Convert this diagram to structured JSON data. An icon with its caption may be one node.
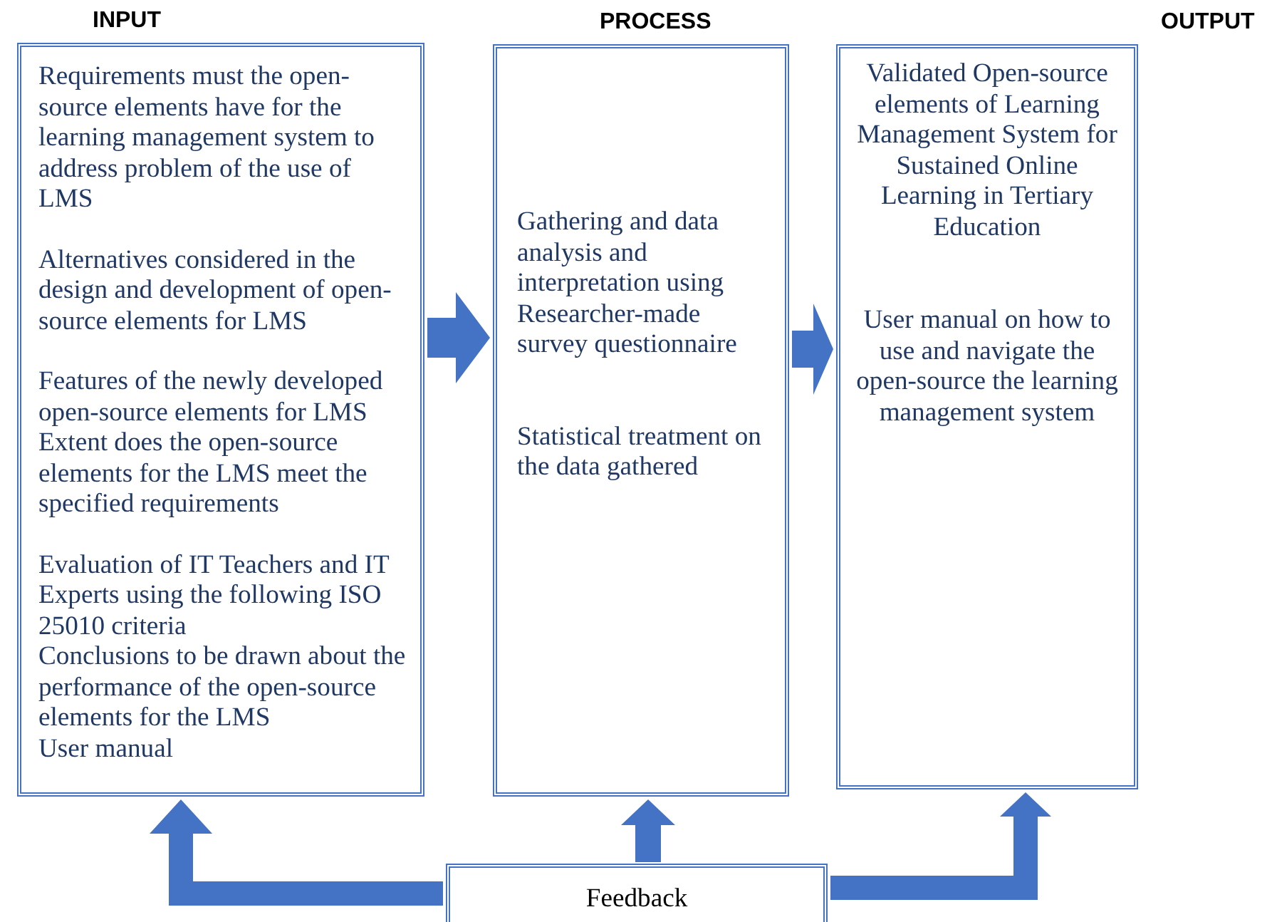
{
  "diagram": {
    "nodes": [
      {
        "text": [
          "INPUT",
          "Requirements must the open-source elements have for the learning management system to address problem of the use of LMS",
          "Alternatives considered in the design and development of open-source elements for LMS",
          "Features of the newly developed open-source elements for LMS",
          "Extent does the open-source elements for the LMS meet the specified requirements",
          "Evaluation of IT Teachers and IT Experts using the following ISO 25010 criteria",
          "Conclusions to be drawn about the performance of the open-source elements for the LMS",
          "User manual"
        ]
      },
      {
        "text": [
          "PROCESS",
          "Gathering and data analysis and interpretation using Researcher-made survey questionnaire",
          "Statistical treatment on the data gathered"
        ]
      },
      {
        "text": [
          "OUTPUT",
          "Validated Open-source elements of Learning Management System for Sustained Online Learning in Tertiary Education",
          "User manual on how to use and navigate the open-source the learning management system"
        ]
      },
      {
        "text": [
          "Feedback"
        ]
      }
    ],
    "edges": [
      {
        "from": 0,
        "to": 1,
        "arrow": "to"
      },
      {
        "from": 1,
        "to": 2,
        "arrow": "to"
      },
      {
        "from": 3,
        "to": 0,
        "arrow": "to"
      },
      {
        "from": 3,
        "to": 1,
        "arrow": "to"
      },
      {
        "from": 3,
        "to": 2,
        "arrow": "to"
      }
    ]
  }
}
